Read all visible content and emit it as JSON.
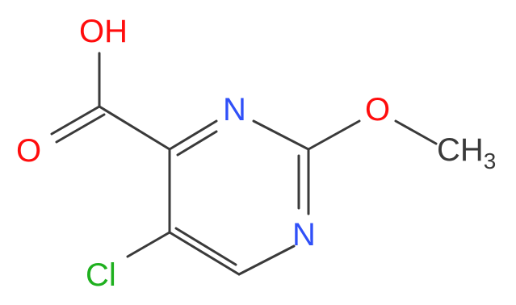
{
  "molecule": {
    "atoms": {
      "hydroxyl": "OH",
      "carbonyl_oxygen": "O",
      "nitrogen_top": "N",
      "nitrogen_bottom": "N",
      "ether_oxygen": "O",
      "methyl": "CH",
      "methyl_subscript": "3",
      "chlorine": "Cl"
    },
    "colors": {
      "oxygen": "#ff0d0d",
      "nitrogen": "#3050f8",
      "chlorine": "#1fb01f",
      "carbon": "#3a3a3a",
      "bond": "#3a3a3a"
    }
  }
}
